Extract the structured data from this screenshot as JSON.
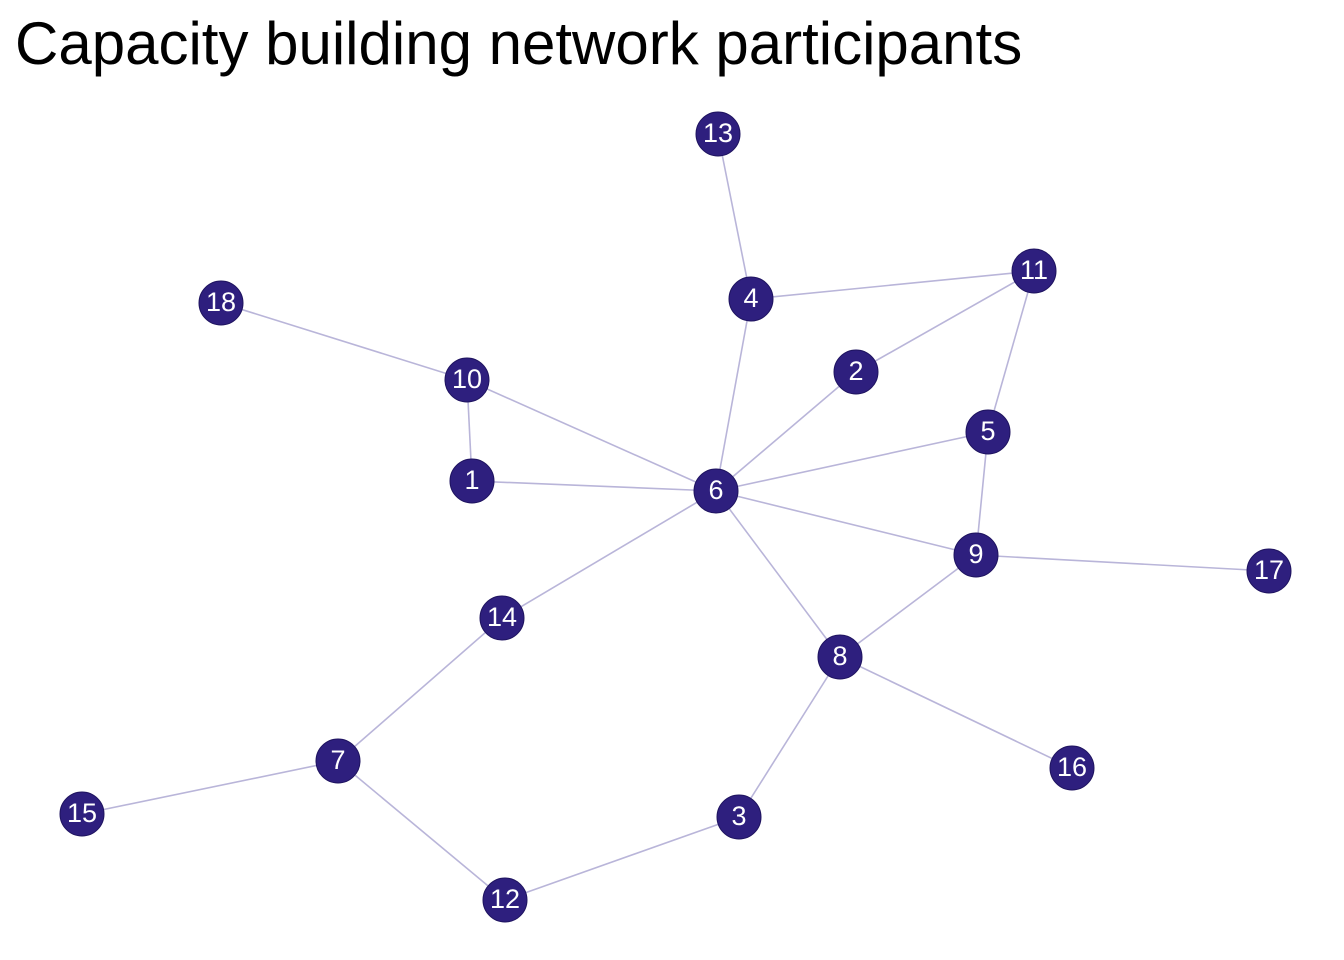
{
  "title": "Capacity building network participants",
  "colors": {
    "node_fill": "#2e1f7e",
    "node_stroke": "#1f1460",
    "edge": "#b9b5d9",
    "label": "#ffffff"
  },
  "nodes": [
    {
      "id": "1",
      "label": "1"
    },
    {
      "id": "2",
      "label": "2"
    },
    {
      "id": "3",
      "label": "3"
    },
    {
      "id": "4",
      "label": "4"
    },
    {
      "id": "5",
      "label": "5"
    },
    {
      "id": "6",
      "label": "6"
    },
    {
      "id": "7",
      "label": "7"
    },
    {
      "id": "8",
      "label": "8"
    },
    {
      "id": "9",
      "label": "9"
    },
    {
      "id": "10",
      "label": "10"
    },
    {
      "id": "11",
      "label": "11"
    },
    {
      "id": "12",
      "label": "12"
    },
    {
      "id": "13",
      "label": "13"
    },
    {
      "id": "14",
      "label": "14"
    },
    {
      "id": "15",
      "label": "15"
    },
    {
      "id": "16",
      "label": "16"
    },
    {
      "id": "17",
      "label": "17"
    },
    {
      "id": "18",
      "label": "18"
    }
  ],
  "edges": [
    {
      "source": "13",
      "target": "4"
    },
    {
      "source": "4",
      "target": "11"
    },
    {
      "source": "4",
      "target": "6"
    },
    {
      "source": "11",
      "target": "2"
    },
    {
      "source": "11",
      "target": "5"
    },
    {
      "source": "2",
      "target": "6"
    },
    {
      "source": "18",
      "target": "10"
    },
    {
      "source": "10",
      "target": "1"
    },
    {
      "source": "10",
      "target": "6"
    },
    {
      "source": "1",
      "target": "6"
    },
    {
      "source": "5",
      "target": "6"
    },
    {
      "source": "5",
      "target": "9"
    },
    {
      "source": "6",
      "target": "9"
    },
    {
      "source": "9",
      "target": "17"
    },
    {
      "source": "6",
      "target": "8"
    },
    {
      "source": "9",
      "target": "8"
    },
    {
      "source": "6",
      "target": "14"
    },
    {
      "source": "14",
      "target": "7"
    },
    {
      "source": "8",
      "target": "16"
    },
    {
      "source": "8",
      "target": "3"
    },
    {
      "source": "7",
      "target": "15"
    },
    {
      "source": "7",
      "target": "12"
    },
    {
      "source": "12",
      "target": "3"
    }
  ]
}
